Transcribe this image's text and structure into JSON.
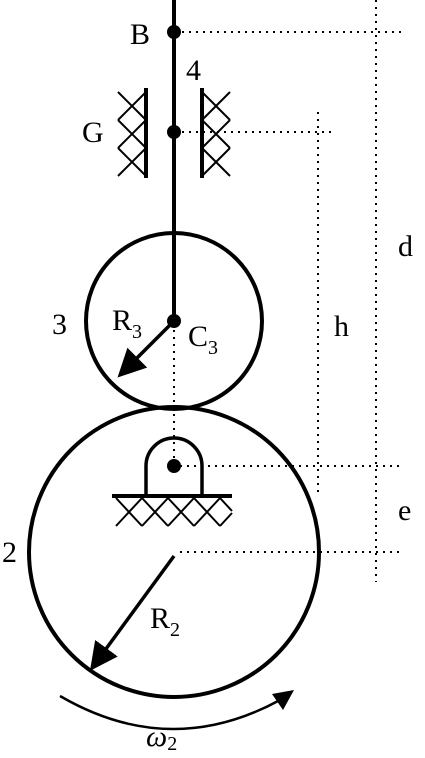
{
  "labels": {
    "B": "B",
    "four": "4",
    "G": "G",
    "d": "d",
    "h": "h",
    "three": "3",
    "R3_main": "R",
    "R3_sub": "3",
    "C3_main": "C",
    "C3_sub": "3",
    "e": "e",
    "two": "2",
    "R2_main": "R",
    "R2_sub": "2",
    "omega_main": "ω",
    "omega_sub": "2"
  }
}
